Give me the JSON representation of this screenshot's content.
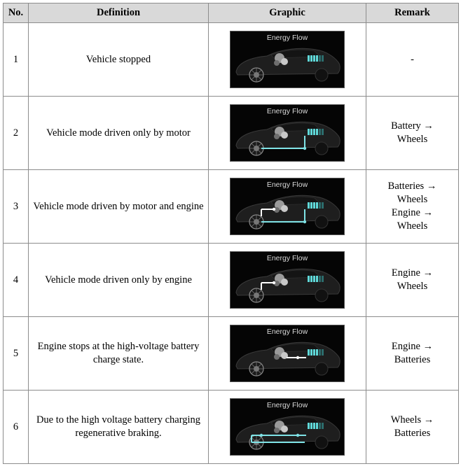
{
  "headers": {
    "no": "No.",
    "definition": "Definition",
    "graphic": "Graphic",
    "remark": "Remark"
  },
  "graphic_title": "Energy Flow",
  "rows": [
    {
      "no": "1",
      "definition": "Vehicle stopped",
      "remark": [
        "-"
      ],
      "flow": "none"
    },
    {
      "no": "2",
      "definition": "Vehicle mode driven only by motor",
      "remark": [
        "Battery →",
        "Wheels"
      ],
      "flow": "battery-to-wheels"
    },
    {
      "no": "3",
      "definition": "Vehicle mode driven by motor and engine",
      "remark": [
        "Batteries →",
        "Wheels",
        "Engine →",
        "Wheels"
      ],
      "flow": "both-to-wheels"
    },
    {
      "no": "4",
      "definition": "Vehicle mode driven only by engine",
      "remark": [
        "Engine →",
        "Wheels"
      ],
      "flow": "engine-to-wheels"
    },
    {
      "no": "5",
      "definition": "Engine stops at the high-voltage battery charge state.",
      "remark": [
        "Engine →",
        "Batteries"
      ],
      "flow": "engine-to-battery"
    },
    {
      "no": "6",
      "definition": "Due to the high voltage battery charging regenerative braking.",
      "remark": [
        "Wheels →",
        "Batteries"
      ],
      "flow": "wheels-to-battery"
    }
  ],
  "colors": {
    "flow": "#7fe3e6",
    "engine_flow": "#ffffff",
    "panel": "#050505",
    "header_bg": "#d9d9d9"
  }
}
